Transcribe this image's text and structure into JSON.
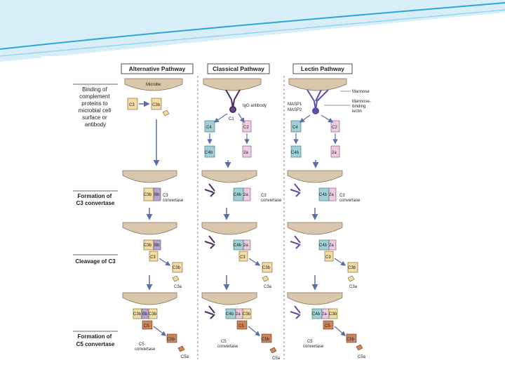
{
  "slide": {
    "accent": "#2aa6d6",
    "accent_light": "#bfe6f4"
  },
  "headers": {
    "alternative": "Alternative Pathway",
    "classical": "Classical Pathway",
    "lectin": "Lectin Pathway"
  },
  "rows": {
    "binding": [
      "Binding of",
      "complement",
      "proteins to",
      "microbial cell",
      "surface or",
      "antibody"
    ],
    "c3_convertase": [
      "Formation of",
      "C3 convertase"
    ],
    "cleavage": [
      "Cleavage of C3"
    ],
    "c5_convertase": [
      "Formation of",
      "C5 convertase"
    ]
  },
  "labels": {
    "microbe": "Microbe",
    "igg": "IgG antibody",
    "c1": "C1",
    "mannose": "Mannose",
    "mbl": [
      "Mannose-",
      "binding",
      "lectin"
    ],
    "masp1": "MASP1",
    "masp2": "MASP2",
    "c3_convertase": [
      "C3",
      "convertase"
    ],
    "c5_convertase": [
      "C5",
      "convertase"
    ],
    "c3a": "C3a",
    "c5a": "C5a"
  },
  "proteins": {
    "c3": "C3",
    "c3b": "C3b",
    "c4": "C4",
    "c2": "C2",
    "c4b": "C4b",
    "c2a": "2a",
    "bb": "Bb",
    "c5": "C5",
    "c5b": "C5b"
  },
  "colors": {
    "c3": "#f3dca2",
    "c4": "#9fd0d6",
    "c2": "#eccde0",
    "bb": "#b6a6cf",
    "c5": "#c9865a",
    "lectin": "#5b4fa3",
    "antibody": "#4a2c5e",
    "microbe": "#d9c7ad",
    "arrow": "#5a6fa3"
  }
}
